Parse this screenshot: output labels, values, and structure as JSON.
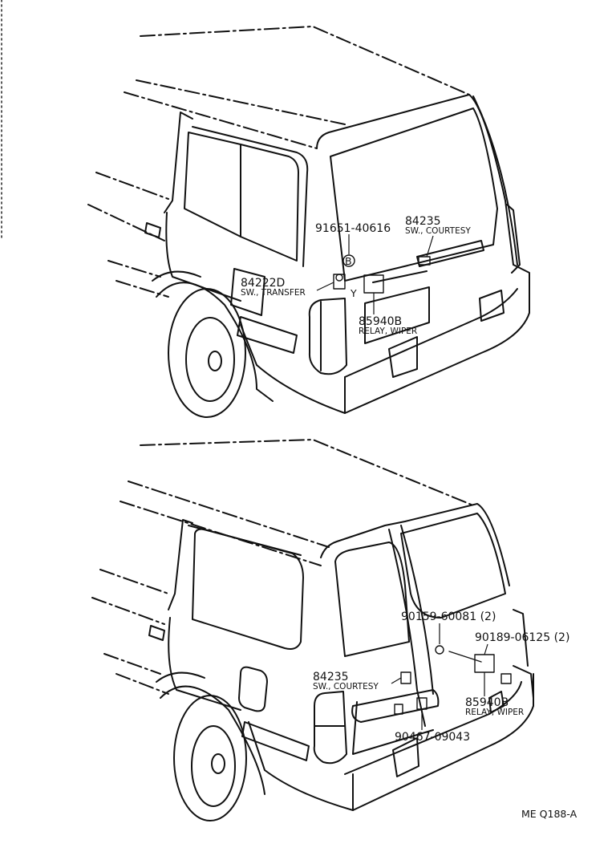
{
  "top_view": {
    "callouts": [
      {
        "id": "91651",
        "part": "91651-40616",
        "name": ""
      },
      {
        "id": "84235a",
        "part": "84235",
        "name": "SW., COURTESY"
      },
      {
        "id": "84222",
        "part": "84222D",
        "name": "SW., TRANSFER"
      },
      {
        "id": "85940a",
        "part": "85940B",
        "name": "RELAY, WIPER"
      }
    ],
    "marker_b": "B",
    "marker_y": "Y"
  },
  "bottom_view": {
    "callouts": [
      {
        "id": "90159",
        "part": "90159-60081 (2)",
        "name": ""
      },
      {
        "id": "90189",
        "part": "90189-06125 (2)",
        "name": ""
      },
      {
        "id": "84235b",
        "part": "84235",
        "name": "SW., COURTESY"
      },
      {
        "id": "85940b",
        "part": "85940B",
        "name": "RELAY, WIPER"
      },
      {
        "id": "90467",
        "part": "90467-09043",
        "name": ""
      }
    ]
  },
  "reference_code": "ME Q188-A"
}
